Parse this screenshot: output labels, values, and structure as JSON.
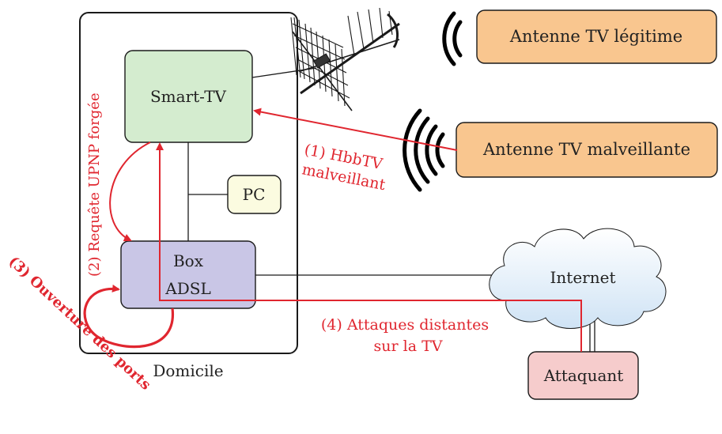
{
  "colors": {
    "smart_tv_fill": "#d4eccf",
    "box_fill": "#c9c6e6",
    "pc_fill": "#fbfbe0",
    "antenna_fill": "#f9c68f",
    "attacker_fill": "#f6cccc",
    "attack_red": "#e0262f",
    "line_black": "#1a1a1a"
  },
  "nodes": {
    "smart_tv": "Smart-TV",
    "pc": "PC",
    "box_line1": "Box",
    "box_line2": "ADSL",
    "antenne_legitime": "Antenne TV légitime",
    "antenne_malveillante": "Antenne TV malveillante",
    "internet": "Internet",
    "attaquant": "Attaquant",
    "domicile": "Domicile"
  },
  "arrows": {
    "hbbtv_line1": "(1) HbbTV",
    "hbbtv_line2": "malveillant",
    "upnp": "(2) Requête UPNP forgée",
    "ports": "(3) Ouverture des ports",
    "attaques_line1": "(4) Attaques distantes",
    "attaques_line2": "sur la TV"
  },
  "icons": [
    "antenna-icon",
    "broadcast-waves-icon",
    "cloud-icon"
  ]
}
